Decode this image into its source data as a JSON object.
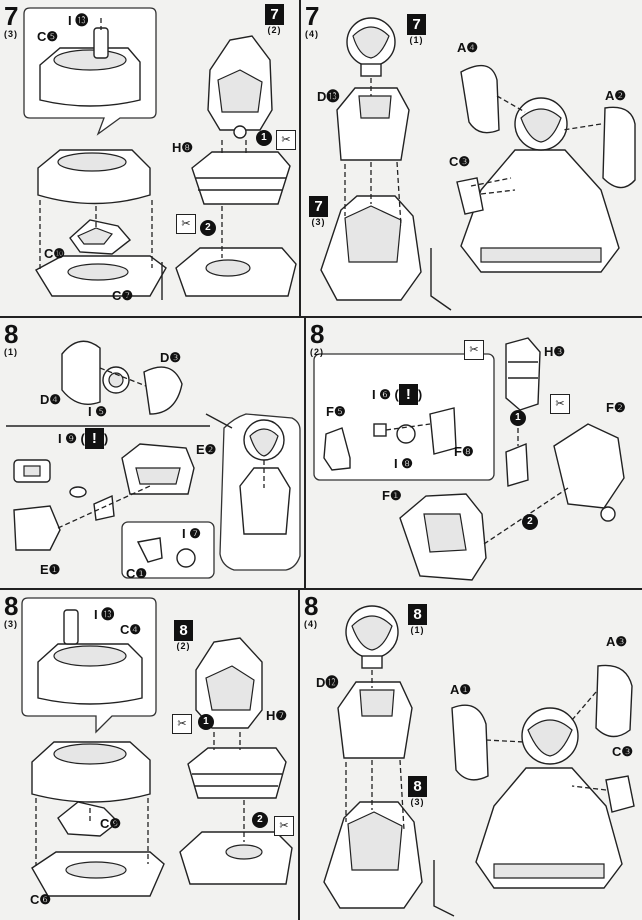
{
  "steps": [
    {
      "num": "7",
      "sub": "(3)"
    },
    {
      "num": "7",
      "sub": "(4)"
    },
    {
      "num": "8",
      "sub": "(1)"
    },
    {
      "num": "8",
      "sub": "(2)"
    },
    {
      "num": "8",
      "sub": "(3)"
    },
    {
      "num": "8",
      "sub": "(4)"
    }
  ],
  "refs": {
    "s7_3_ref": {
      "num": "7",
      "sub": "(2)"
    },
    "s7_4_ref1": {
      "num": "7",
      "sub": "(1)"
    },
    "s7_4_ref3": {
      "num": "7",
      "sub": "(3)"
    },
    "s8_3_ref": {
      "num": "8",
      "sub": "(2)"
    },
    "s8_4_ref1": {
      "num": "8",
      "sub": "(1)"
    },
    "s8_4_ref3": {
      "num": "8",
      "sub": "(3)"
    }
  },
  "labels": {
    "s73_i13": "I ⓭",
    "s73_c5": "C❺",
    "s73_c10": "C❿",
    "s73_c7": "C❼",
    "s73_h8": "H❽",
    "s74_d13": "D⓭",
    "s74_a4": "A❹",
    "s74_a2": "A❷",
    "s74_c3": "C❸",
    "s81_d4": "D❹",
    "s81_d3": "D❸",
    "s81_i5": "I ❺",
    "s81_i9": "I ❾",
    "s81_e2": "E❷",
    "s81_e1": "E❶",
    "s81_c1": "C❶",
    "s81_i7": "I ❼",
    "s82_h3": "H❸",
    "s82_i6": "I ❻",
    "s82_f5": "F❺",
    "s82_f8": "F❽",
    "s82_i8": "I ❽",
    "s82_f2": "F❷",
    "s82_f1": "F❶",
    "s83_i13": "I ⓭",
    "s83_c4": "C❹",
    "s83_c9": "C❾",
    "s83_c6": "C❻",
    "s83_h7": "H❼",
    "s84_d12": "D⓬",
    "s84_a3": "A❸",
    "s84_a1": "A❶",
    "s84_c3": "C❸"
  },
  "warning": "!",
  "order_badges": {
    "one": "1",
    "two": "2"
  },
  "tool_icon": "nipper-icon"
}
